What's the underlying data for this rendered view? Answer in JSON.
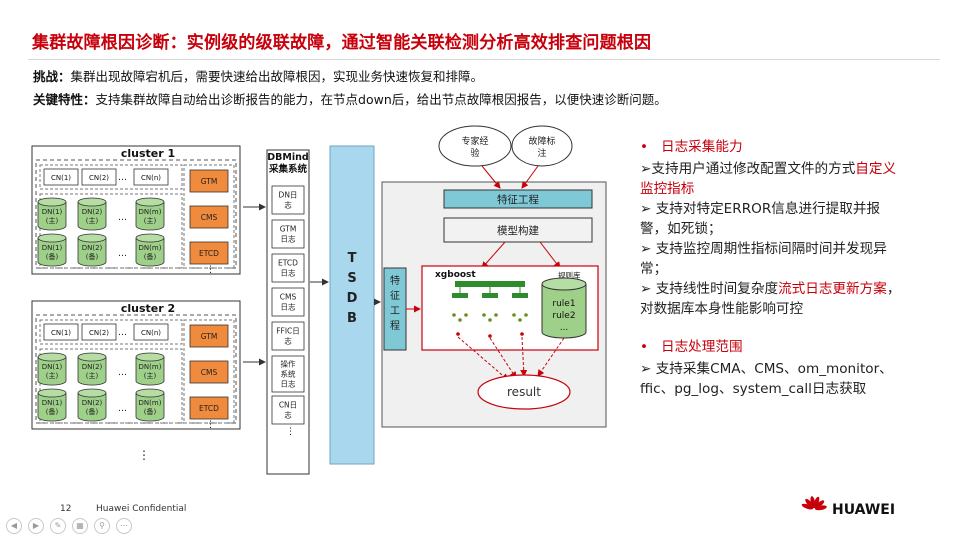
{
  "slide": {
    "title": "集群故障根因诊断：实例级的级联故障，通过智能关联检测分析高效排查问题根因",
    "challenge_label": "挑战：",
    "challenge_text": "集群出现故障宕机后，需要快速给出故障根因，实现业务快速恢复和排障。",
    "feature_label": "关键特性：",
    "feature_text": "支持集群故障自动给出诊断报告的能力，在节点down后，给出节点故障根因报告，以便快速诊断问题。"
  },
  "diagram": {
    "clusters": [
      {
        "title": "cluster 1",
        "cn_nodes": [
          "CN(1)",
          "CN(2)",
          "CN(n)"
        ],
        "dn_primary": [
          "DN(1)\n(主)",
          "DN(2)\n(主)",
          "DN(m)\n(主)"
        ],
        "dn_standby": [
          "DN(1)\n(备)",
          "DN(2)\n(备)",
          "DN(m)\n(备)"
        ],
        "services": [
          "GTM",
          "CMS",
          "ETCD"
        ]
      },
      {
        "title": "cluster 2",
        "cn_nodes": [
          "CN(1)",
          "CN(2)",
          "CN(n)"
        ],
        "dn_primary": [
          "DN(1)\n(主)",
          "DN(2)\n(主)",
          "DN(m)\n(主)"
        ],
        "dn_standby": [
          "DN(1)\n(备)",
          "DN(2)\n(备)",
          "DN(m)\n(备)"
        ],
        "services": [
          "GTM",
          "CMS",
          "ETCD"
        ]
      }
    ],
    "ellipsis": "…",
    "vertical_ellipsis": "⋮",
    "collector_title": "DBMind\n采集系统",
    "collector_items": [
      "DN日\n志",
      "GTM\n日志",
      "ETCD\n日志",
      "CMS\n日志",
      "FFIC日\n志",
      "操作\n系统\n日志",
      "CN日\n志"
    ],
    "tsdb_label": "T\nS\nD\nB",
    "feature_eng_vertical": "特\n征\n工\n程",
    "expert_experience": "专家经\n验",
    "fault_annotation": "故障标\n注",
    "feature_engineering": "特征工程",
    "model_building": "模型构建",
    "xgboost_label": "xgboost",
    "rule_library_label": "规则库",
    "rules": [
      "rule1",
      "rule2",
      "..."
    ],
    "result_label": "result"
  },
  "right_panel": {
    "heading1": "日志采集能力",
    "item1_pre": "➢支持用户通过修改配置文件的方式",
    "item1_red": "自定义监控指标",
    "item2": "➢    支持对特定ERROR信息进行提取并报警，如死锁；",
    "item3": "➢    支持监控周期性指标间隔时间并发现异常；",
    "item4_pre": "➢    支持线性时间复杂度",
    "item4_red": "流式日志更新方案",
    "item4_post": "，对数据库本身性能影响可控",
    "heading2": "日志处理范围",
    "item5": "➢  支持采集CMA、CMS、om_monitor、ffic、pg_log、system_call日志获取"
  },
  "footer": {
    "page_number": "12",
    "confidential": "Huawei Confidential",
    "brand": "HUAWEI"
  },
  "colors": {
    "accent_red": "#c7000b",
    "node_green": "#9ed08a",
    "service_orange": "#f08a3c",
    "tsdb_blue": "#a9d7ee",
    "feature_teal": "#7fc8d6"
  }
}
